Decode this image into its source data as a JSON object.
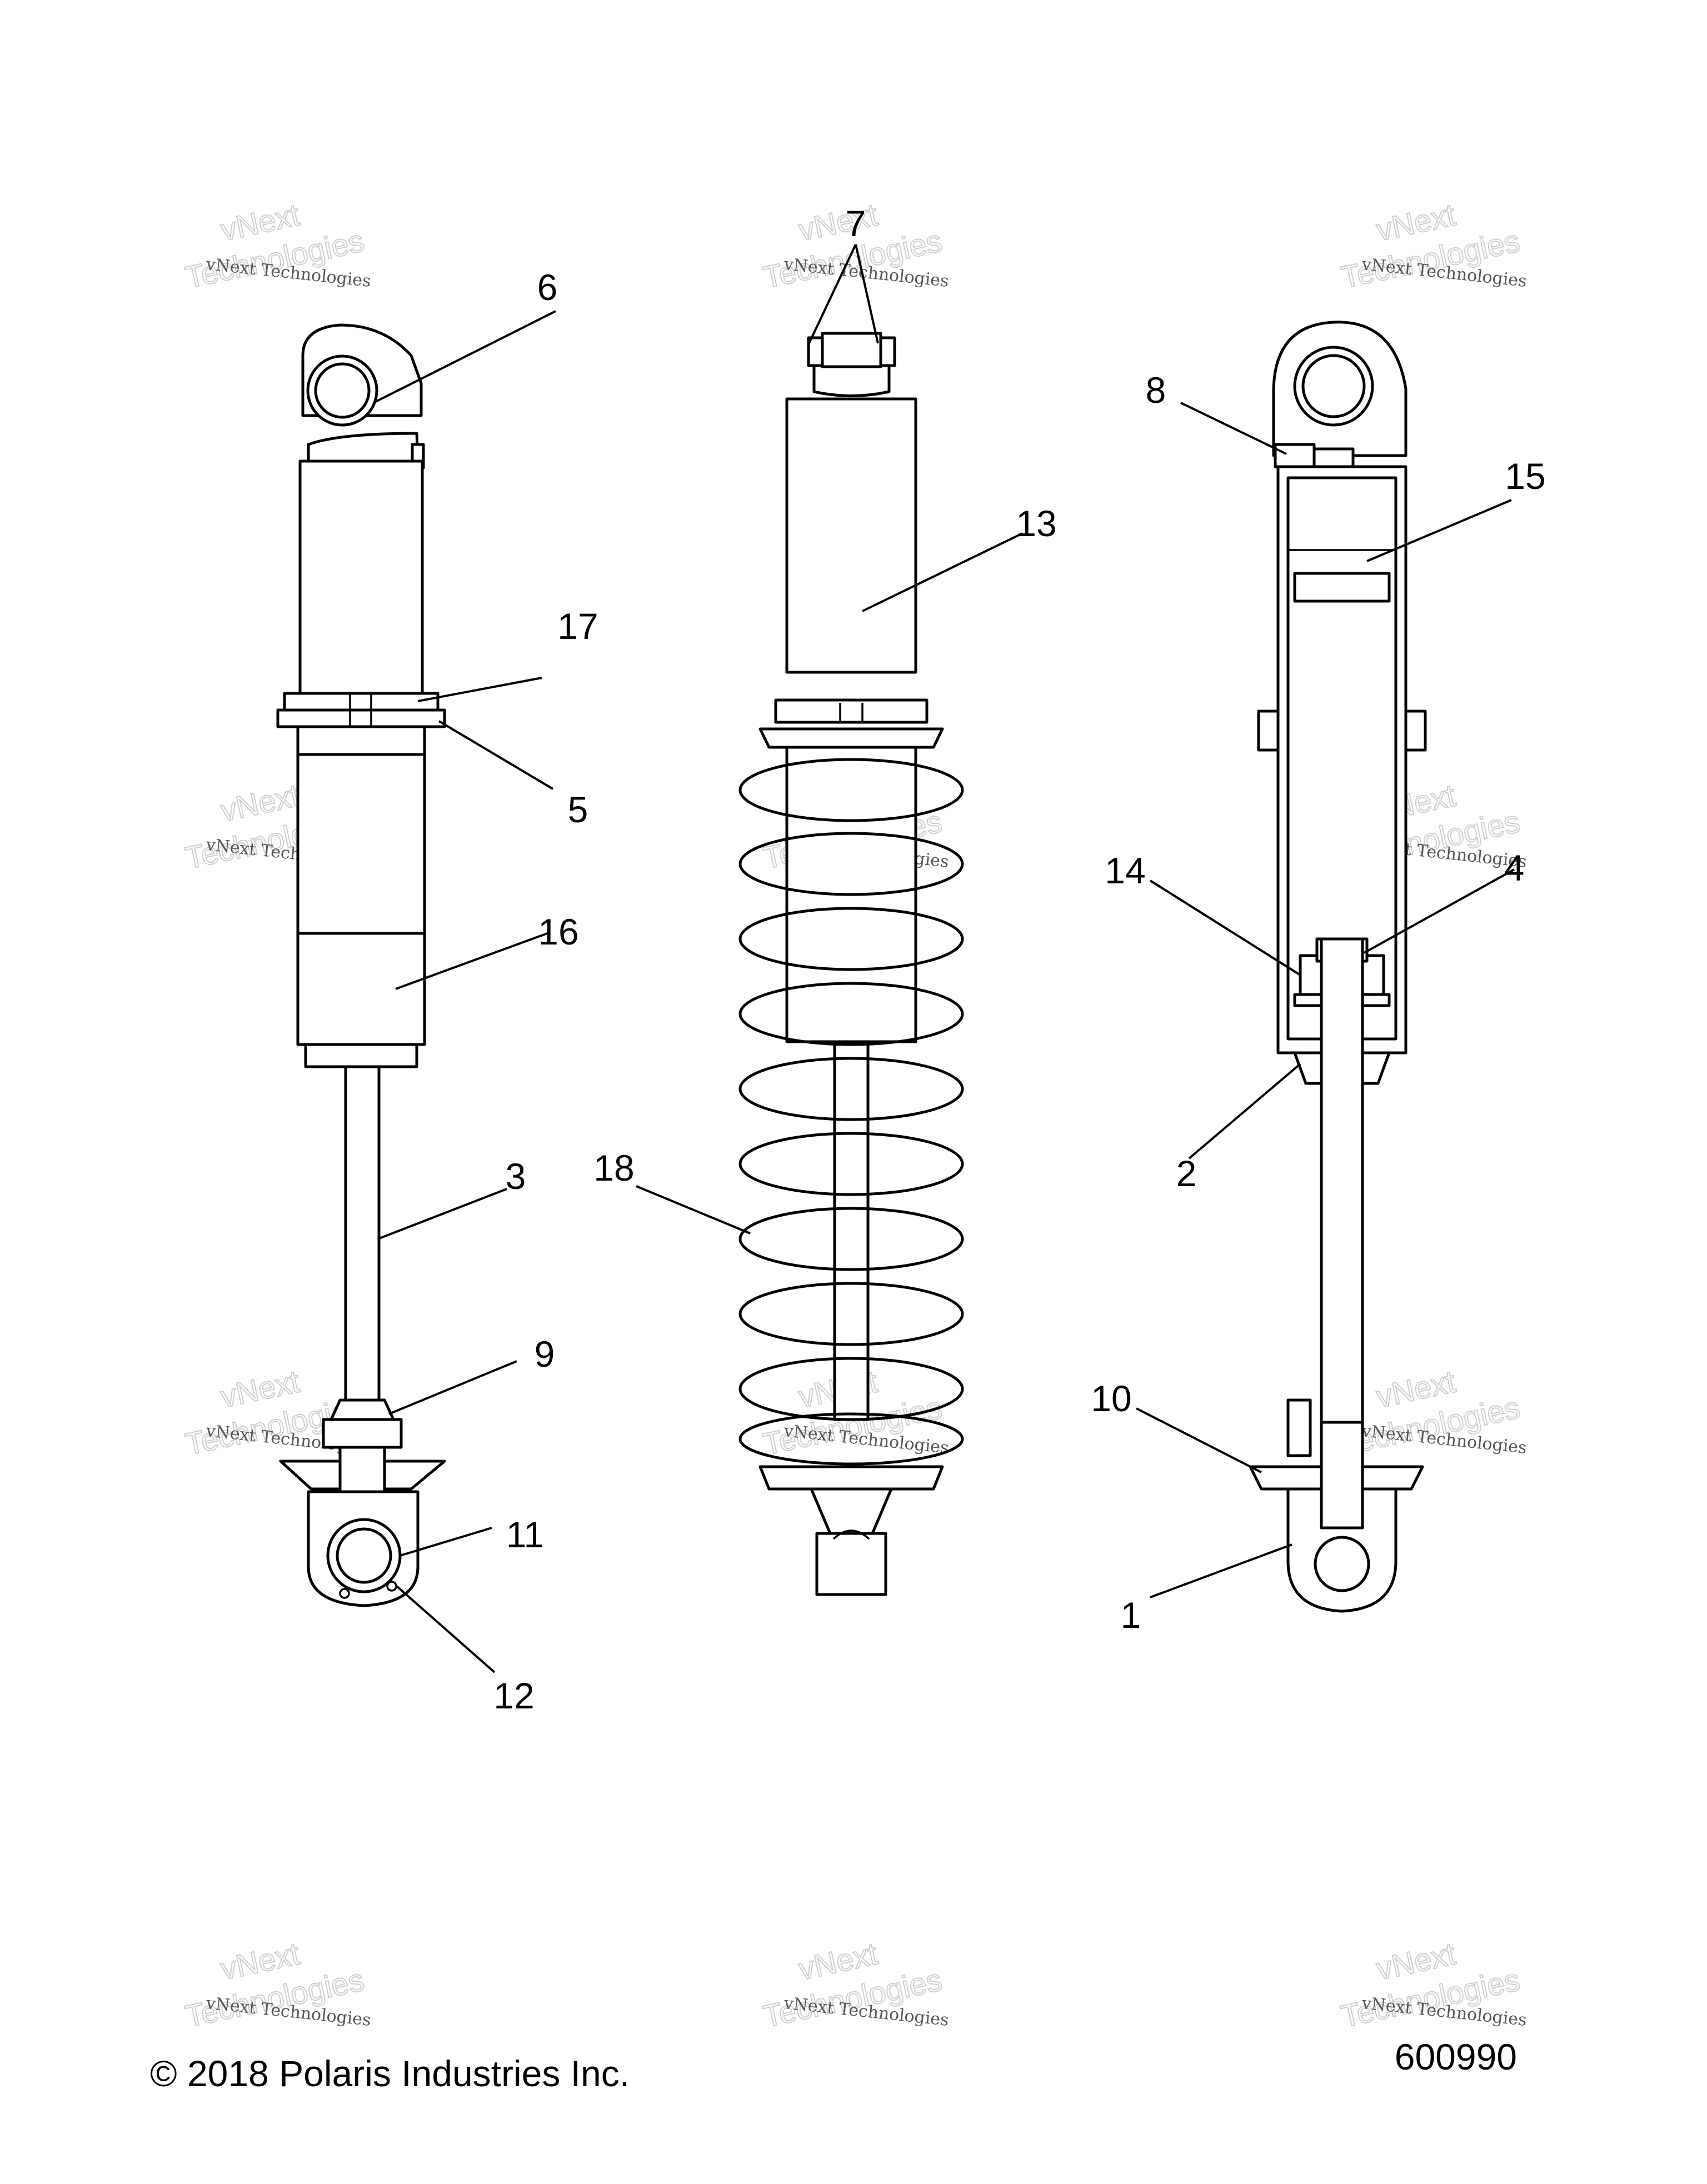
{
  "diagram": {
    "copyright": "© 2018 Polaris Industries Inc.",
    "figure_number": "600990",
    "watermark": {
      "line1": "vNext",
      "line2": "Technologies",
      "small": "vNext Technologies"
    },
    "callouts": [
      {
        "id": "c1",
        "label": "1"
      },
      {
        "id": "c2",
        "label": "2"
      },
      {
        "id": "c3",
        "label": "3"
      },
      {
        "id": "c4",
        "label": "4"
      },
      {
        "id": "c5",
        "label": "5"
      },
      {
        "id": "c6",
        "label": "6"
      },
      {
        "id": "c7",
        "label": "7"
      },
      {
        "id": "c8",
        "label": "8"
      },
      {
        "id": "c9",
        "label": "9"
      },
      {
        "id": "c10",
        "label": "10"
      },
      {
        "id": "c11",
        "label": "11"
      },
      {
        "id": "c12",
        "label": "12"
      },
      {
        "id": "c13",
        "label": "13"
      },
      {
        "id": "c14",
        "label": "14"
      },
      {
        "id": "c15",
        "label": "15"
      },
      {
        "id": "c16",
        "label": "16"
      },
      {
        "id": "c17",
        "label": "17"
      },
      {
        "id": "c18",
        "label": "18"
      }
    ]
  }
}
